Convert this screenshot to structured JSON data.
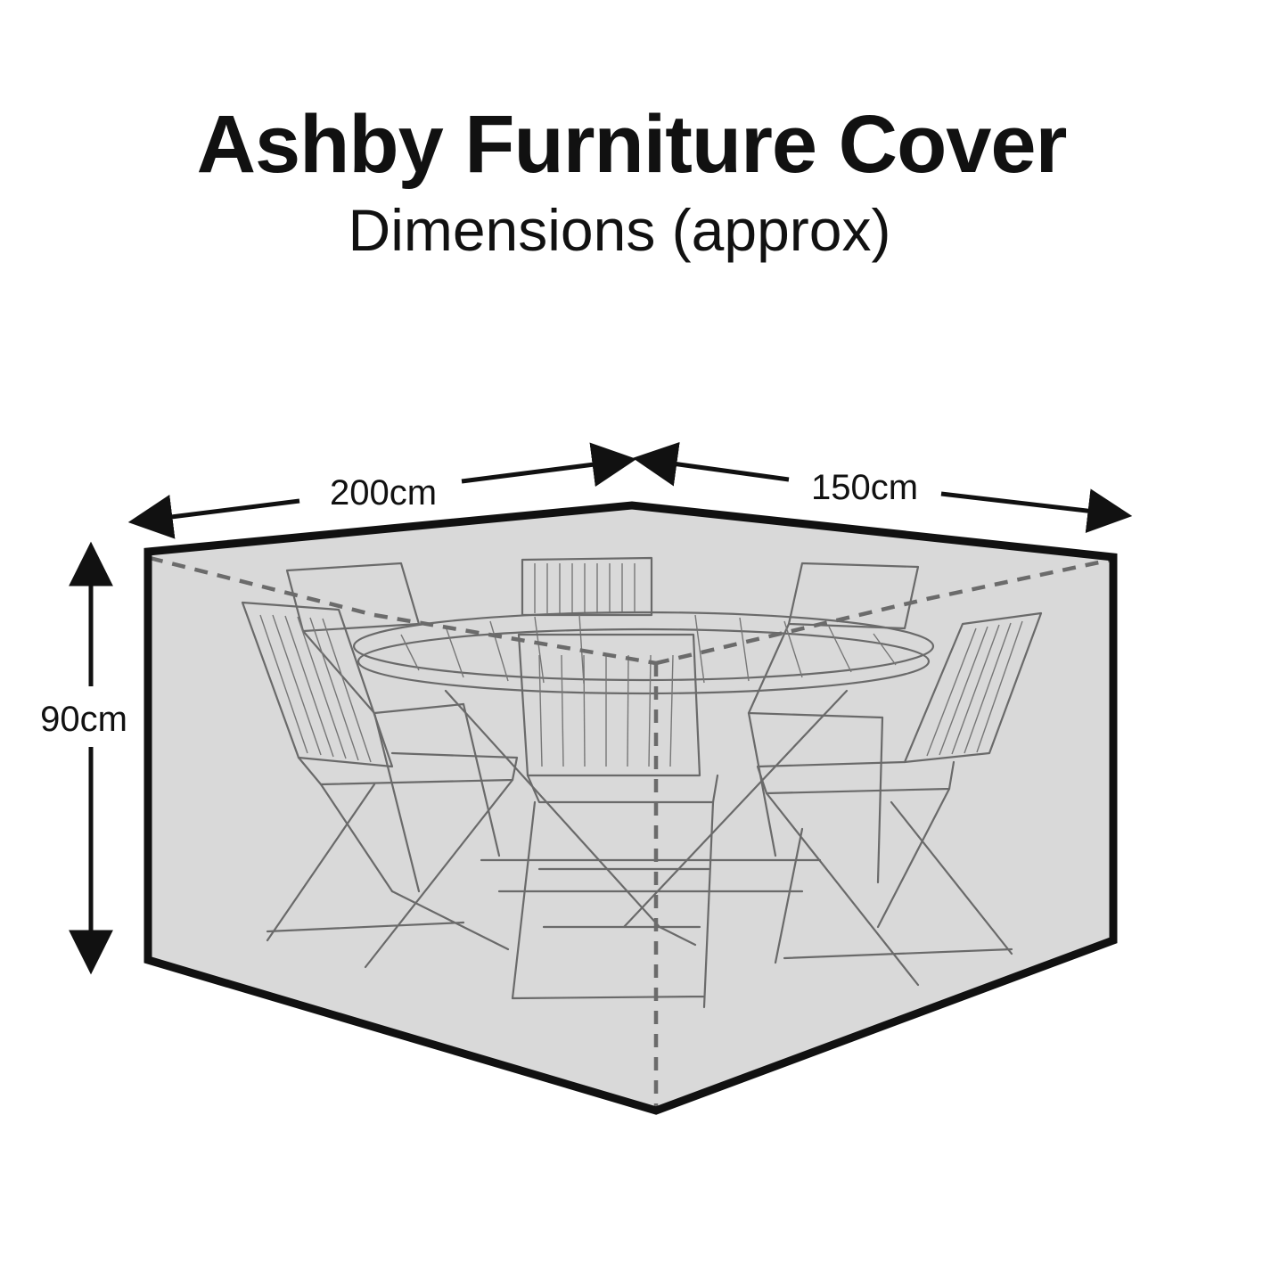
{
  "title": "Ashby Furniture Cover",
  "subtitle": "Dimensions (approx)",
  "dimensions": {
    "width_label": "200cm",
    "depth_label": "150cm",
    "height_label": "90cm"
  },
  "colors": {
    "cover_fill": "#d9d9d9",
    "outline": "#111111",
    "dashed_edge": "#6b6b6b",
    "furniture_line": "#6a6a6a"
  }
}
